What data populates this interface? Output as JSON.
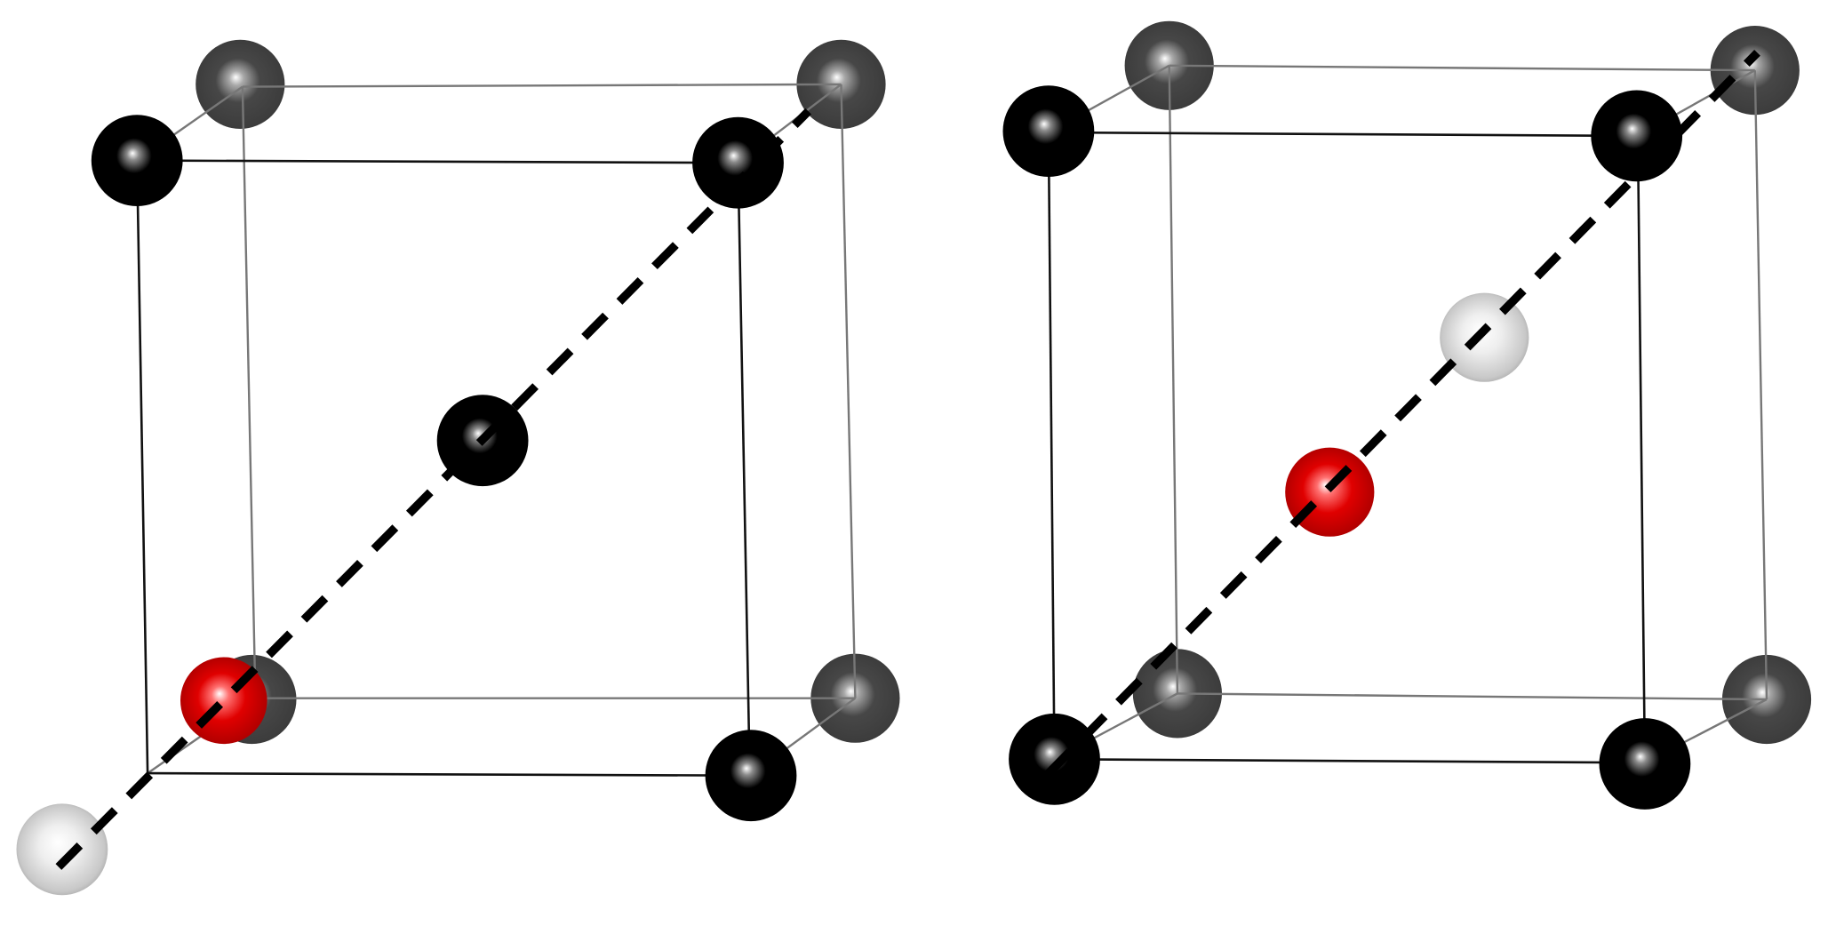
{
  "colors": {
    "background": "#ffffff",
    "atom_black": "#000000",
    "atom_dark_gray": "#474747",
    "atom_light_gray": "#c8c8c8",
    "atom_red": "#e00000",
    "edge_front": "#111111",
    "edge_back": "#777777",
    "diagonal": "#000000"
  },
  "cells": [
    {
      "name": "left-cell",
      "atoms": [
        {
          "name": "back-top-left-atom",
          "kind": "dark_gray"
        },
        {
          "name": "back-top-right-atom",
          "kind": "dark_gray"
        },
        {
          "name": "back-bottom-right-atom",
          "kind": "dark_gray"
        },
        {
          "name": "back-bottom-left-atom",
          "kind": "dark_gray"
        },
        {
          "name": "front-top-left-atom",
          "kind": "black"
        },
        {
          "name": "front-top-right-atom",
          "kind": "black"
        },
        {
          "name": "front-bottom-right-atom",
          "kind": "black"
        },
        {
          "name": "body-center-atom",
          "kind": "black"
        },
        {
          "name": "red-atom",
          "kind": "red"
        },
        {
          "name": "light-gray-atom",
          "kind": "light_gray"
        }
      ]
    },
    {
      "name": "right-cell",
      "atoms": [
        {
          "name": "back-top-left-atom",
          "kind": "dark_gray"
        },
        {
          "name": "back-top-right-atom",
          "kind": "dark_gray"
        },
        {
          "name": "back-bottom-left-atom",
          "kind": "dark_gray"
        },
        {
          "name": "back-bottom-right-atom",
          "kind": "dark_gray"
        },
        {
          "name": "front-top-left-atom",
          "kind": "black"
        },
        {
          "name": "front-top-right-atom",
          "kind": "black"
        },
        {
          "name": "front-bottom-left-atom",
          "kind": "black"
        },
        {
          "name": "front-bottom-right-atom",
          "kind": "black"
        },
        {
          "name": "light-gray-atom",
          "kind": "light_gray"
        },
        {
          "name": "red-atom",
          "kind": "red"
        }
      ]
    }
  ]
}
